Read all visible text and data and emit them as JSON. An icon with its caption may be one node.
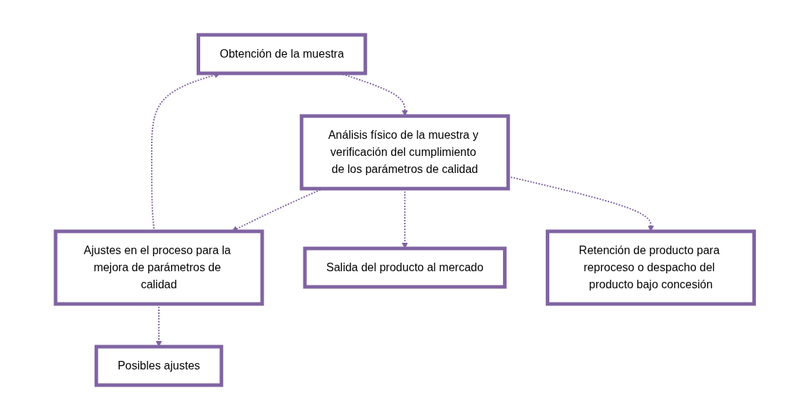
{
  "diagram": {
    "nodes": [
      {
        "text": [
          "Obtención de la muestra"
        ]
      },
      {
        "text": [
          "Ajustes en el proceso para la mejora de parámetros de calidad"
        ]
      },
      {
        "text": [
          "Análisis físico de la muestra y verificación del cumplimiento de los parámetros de calidad"
        ]
      },
      {
        "text": [
          "Salida del producto al mercado"
        ]
      },
      {
        "text": [
          "Posibles ajustes"
        ]
      },
      {
        "text": [
          "Retención de producto para reproceso o despacho del producto bajo concesión"
        ]
      }
    ],
    "edges": [
      {
        "from": 0,
        "to": 2,
        "arrow": "to",
        "style": "dashed"
      },
      {
        "from": 2,
        "to": 1,
        "arrow": "to",
        "style": "dashed"
      },
      {
        "from": 2,
        "to": 3,
        "arrow": "to",
        "style": "dashed"
      },
      {
        "from": 2,
        "to": 5,
        "arrow": "to",
        "style": "dashed"
      },
      {
        "from": 1,
        "to": 4,
        "arrow": "to",
        "style": "dashed"
      },
      {
        "from": 1,
        "to": 0,
        "arrow": "to",
        "style": "dashed"
      }
    ]
  }
}
